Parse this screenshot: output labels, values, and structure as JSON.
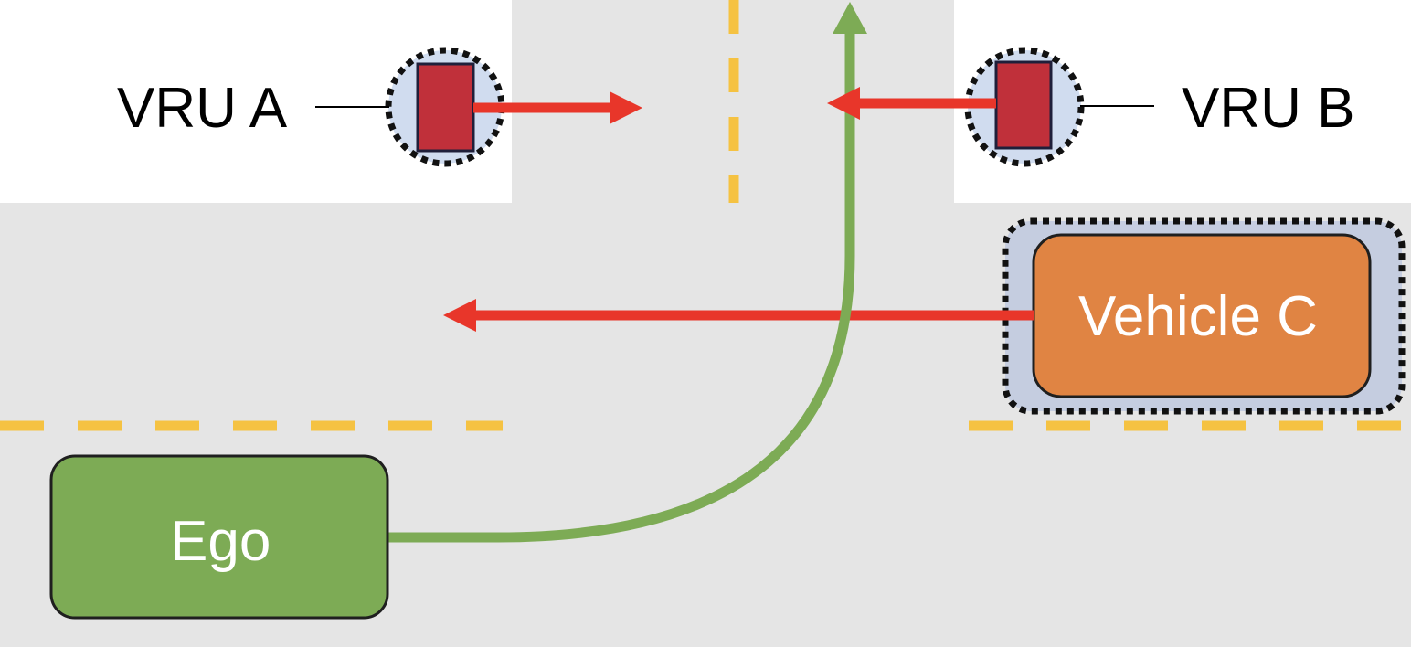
{
  "labels": {
    "vru_a": "VRU A",
    "vru_b": "VRU B",
    "vehicle_c": "Vehicle C",
    "ego": "Ego"
  },
  "colors": {
    "road": "#e5e5e5",
    "sidewalk": "#ffffff",
    "lane_marking": "#f5c242",
    "vru_body": "#c0303a",
    "vru_halo": "#d0dcef",
    "vehicle_c_fill": "#e08443",
    "vehicle_c_halo": "#c5cde0",
    "ego_fill": "#7dab55",
    "motion_arrow": "#e8362a",
    "ego_path": "#7dab55",
    "outline": "#1f1f1f"
  },
  "icons": {
    "vru_a": "pedestrian-marker",
    "vru_b": "pedestrian-marker",
    "motion": "arrow-right"
  }
}
